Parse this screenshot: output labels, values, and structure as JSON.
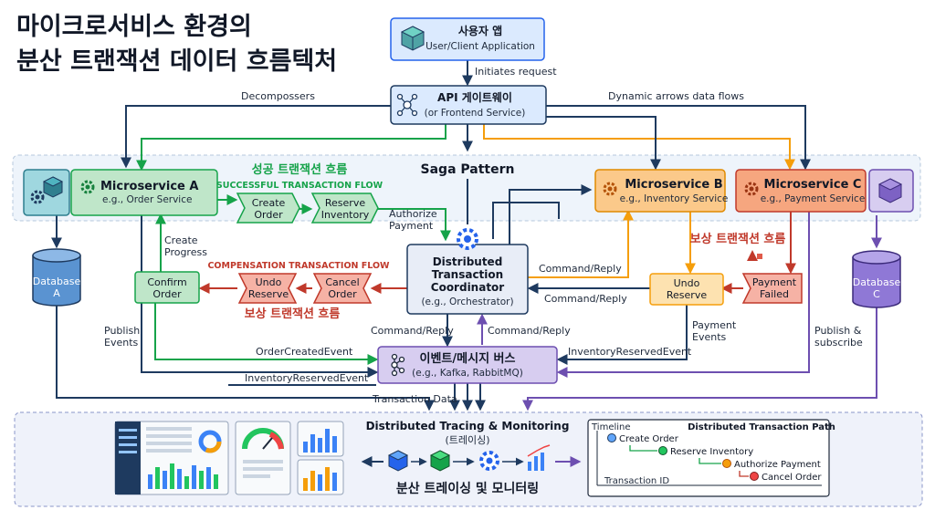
{
  "title": {
    "line1": "마이크로서비스  환경의",
    "line2": "분산 트랜잭션 데이터 흐름텍처"
  },
  "user_app": {
    "title": "사용자 앱",
    "subtitle": "User/Client Application"
  },
  "api_gateway": {
    "title": "API 게이트웨이",
    "subtitle": "(or Frontend Service)"
  },
  "service_a": {
    "title": "Microservice A",
    "subtitle": "e.g., Order Service"
  },
  "service_b": {
    "title": "Microservice B",
    "subtitle": "e.g., Inventory Service"
  },
  "service_c": {
    "title": "Microservice C",
    "subtitle": "e.g., Payment Service"
  },
  "database_a": {
    "line1": "Database",
    "line2": "A"
  },
  "database_c": {
    "line1": "Database",
    "line2": "C"
  },
  "coordinator": {
    "line1": "Distributed",
    "line2": "Transaction",
    "line3": "Coordinator",
    "line4": "(e.g., Orchestrator)"
  },
  "saga_label": "Saga Pattern",
  "success_flow": {
    "title_ko": "성공 트랜잭션 흐름",
    "title_en": "SUCCESSFUL TRANSACTION FLOW",
    "step1_line1": "Create",
    "step1_line2": "Order",
    "step2_line1": "Reserve",
    "step2_line2": "Inventory"
  },
  "compensation_flow": {
    "title_en": "COMPENSATION TRANSACTION FLOW",
    "title_ko": "보상 트랜잭션 흐름",
    "step1_line1": "Undo",
    "step1_line2": "Reserve",
    "step2_line1": "Cancel",
    "step2_line2": "Order"
  },
  "confirm_order": {
    "line1": "Confirm",
    "line2": "Order"
  },
  "right_comp": {
    "title_ko": "보상 트랜잭션 흐름",
    "undo_line1": "Undo",
    "undo_line2": "Reserve",
    "failed_line1": "Payment",
    "failed_line2": "Failed"
  },
  "event_bus": {
    "title": "이벤트/메시지 버스",
    "subtitle": "(e.g., Kafka, RabbitMQ)"
  },
  "labels": {
    "initiates_request": "Initiates request",
    "decompossers": "Decompossers",
    "dynamic_arrows": "Dynamic arrows data flows",
    "authorize_line1": "Authorize",
    "authorize_line2": "Payment",
    "create_progress_line1": "Create",
    "create_progress_line2": "Progress",
    "command_reply_b": "Command/Reply",
    "command_reply_c": "Command/Reply",
    "command_reply_left": "Command/Reply",
    "command_reply_right": "Command/Reply",
    "publish_events_line1": "Publish",
    "publish_events_line2": "Events",
    "payment_events_line1": "Payment",
    "payment_events_line2": "Events",
    "publish_subscribe_line1": "Publish &",
    "publish_subscribe_line2": "subscribe",
    "order_created_event": "OrderCreatedEvent",
    "inventory_reserved_left": "InventoryReservedEvent",
    "inventory_reserved_right": "InventoryReservedEvent",
    "transaction_data": "Transaction Data"
  },
  "tracing": {
    "title": "Distributed Tracing & Monitoring",
    "subtitle": "(트레이싱)",
    "title_ko": "분산 트레이싱 및 모니터링"
  },
  "timeline": {
    "label": "Timeline",
    "path_title": "Distributed Transaction Path",
    "axis_label": "Transaction ID",
    "steps": [
      "Create Order",
      "Reserve Inventory",
      "Authorize Payment",
      "Cancel Order"
    ]
  },
  "colors": {
    "navy": "#1e3a5f",
    "blue": "#2563eb",
    "green": "#16a34a",
    "orange": "#f59e0b",
    "red": "#c0392b",
    "purple": "#6d4fb0"
  }
}
